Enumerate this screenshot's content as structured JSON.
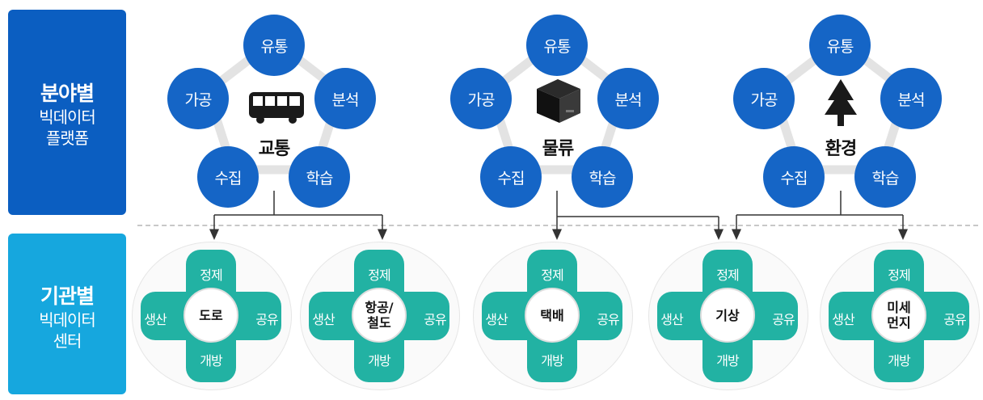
{
  "left_labels": {
    "field": {
      "main": "분야별",
      "sub1": "빅데이터",
      "sub2": "플랫폼"
    },
    "agency": {
      "main": "기관별",
      "sub1": "빅데이터",
      "sub2": "센터"
    }
  },
  "platforms": [
    {
      "name": "교통",
      "icon": "bus-icon",
      "nodes": {
        "top": "유통",
        "left": "가공",
        "right": "분석",
        "bottom_left": "수집",
        "bottom_right": "학습"
      }
    },
    {
      "name": "물류",
      "icon": "box-icon",
      "nodes": {
        "top": "유통",
        "left": "가공",
        "right": "분석",
        "bottom_left": "수집",
        "bottom_right": "학습"
      }
    },
    {
      "name": "환경",
      "icon": "tree-icon",
      "nodes": {
        "top": "유통",
        "left": "가공",
        "right": "분석",
        "bottom_left": "수집",
        "bottom_right": "학습"
      }
    }
  ],
  "centers": [
    {
      "center_line1": "도로",
      "center_line2": "",
      "top": "정제",
      "left": "생산",
      "right": "공유",
      "bottom": "개방"
    },
    {
      "center_line1": "항공/",
      "center_line2": "철도",
      "top": "정제",
      "left": "생산",
      "right": "공유",
      "bottom": "개방"
    },
    {
      "center_line1": "택배",
      "center_line2": "",
      "top": "정제",
      "left": "생산",
      "right": "공유",
      "bottom": "개방"
    },
    {
      "center_line1": "기상",
      "center_line2": "",
      "top": "정제",
      "left": "생산",
      "right": "공유",
      "bottom": "개방"
    },
    {
      "center_line1": "미세",
      "center_line2": "먼지",
      "top": "정제",
      "left": "생산",
      "right": "공유",
      "bottom": "개방"
    }
  ],
  "colors": {
    "field_label": "#0b5ec1",
    "agency_label": "#16a7de",
    "node": "#1565c6",
    "cross": "#22b2a3",
    "ring": "#e3e3e3"
  }
}
